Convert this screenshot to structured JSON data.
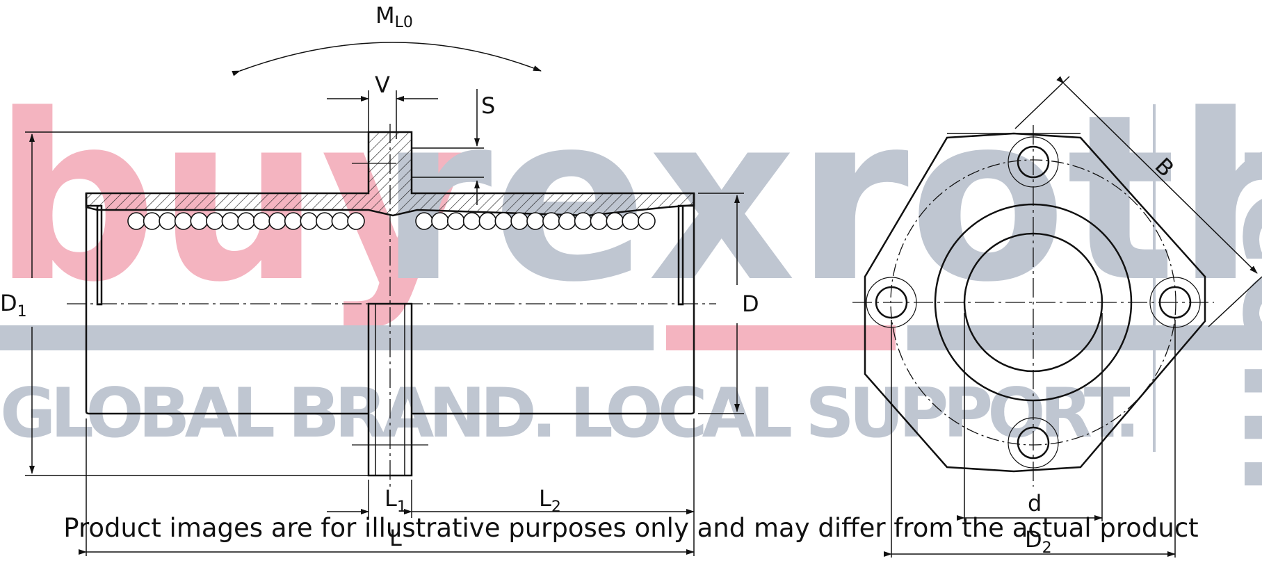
{
  "watermark": {
    "brand_part1": "buy",
    "brand_part2": "rexroth",
    "domain_suffix": ".com",
    "tagline": "GLOBAL BRAND. LOCAL SUPPORT.",
    "color_red": "#f3a7b5",
    "color_gray": "#b4bcc9"
  },
  "dimensions": {
    "ML0": {
      "main": "M",
      "sub": "L0"
    },
    "V": "V",
    "S": "S",
    "D1": {
      "main": "D",
      "sub": "1"
    },
    "D": "D",
    "L1": {
      "main": "L",
      "sub": "1"
    },
    "L2": {
      "main": "L",
      "sub": "2"
    },
    "L": "L",
    "B": "B",
    "d": "d",
    "D2": {
      "main": "D",
      "sub": "2"
    }
  },
  "disclaimer": "Product images are for illustrative purposes only and may differ from the actual product"
}
